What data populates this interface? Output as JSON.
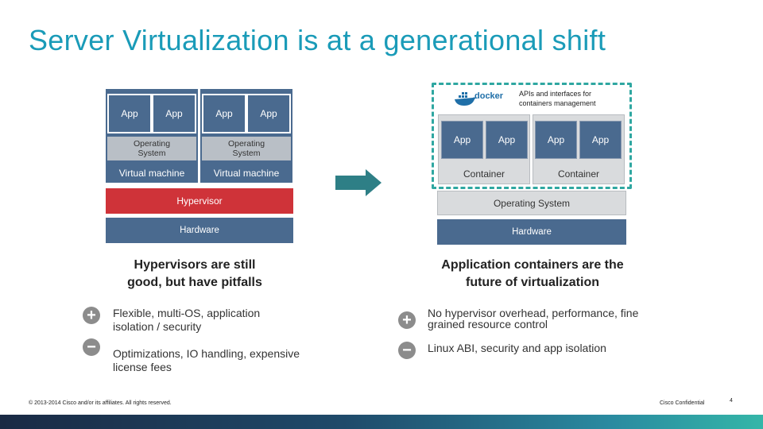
{
  "title": "Server Virtualization is at a generational shift",
  "left": {
    "vms": [
      {
        "apps": [
          "App",
          "App"
        ],
        "os_line1": "Operating",
        "os_line2": "System",
        "label": "Virtual machine"
      },
      {
        "apps": [
          "App",
          "App"
        ],
        "os_line1": "Operating",
        "os_line2": "System",
        "label": "Virtual machine"
      }
    ],
    "hypervisor": "Hypervisor",
    "hardware": "Hardware",
    "heading_line1": "Hypervisors are still",
    "heading_line2": "good, but have pitfalls",
    "pros": [
      "Flexible, multi-OS, application",
      "isolation / security"
    ],
    "cons": [
      "Optimizations, IO handling, expensive",
      "license fees"
    ]
  },
  "right": {
    "logo_text": "docker",
    "api_line1": "APIs and interfaces for",
    "api_line2": "containers management",
    "containers": [
      {
        "apps": [
          "App",
          "App"
        ],
        "label": "Container"
      },
      {
        "apps": [
          "App",
          "App"
        ],
        "label": "Container"
      }
    ],
    "os": "Operating System",
    "hardware": "Hardware",
    "heading_line1": "Application containers are the",
    "heading_line2": "future of virtualization",
    "pros": [
      "No hypervisor overhead, performance, fine",
      "grained resource control"
    ],
    "cons": [
      "Linux ABI, security and app isolation"
    ]
  },
  "icons": {
    "plus": "+",
    "minus": "−"
  },
  "footer": {
    "copyright": "© 2013-2014   Cisco and/or its affiliates.  All rights reserved.",
    "confidential": "Cisco Confidential",
    "page": "4"
  }
}
